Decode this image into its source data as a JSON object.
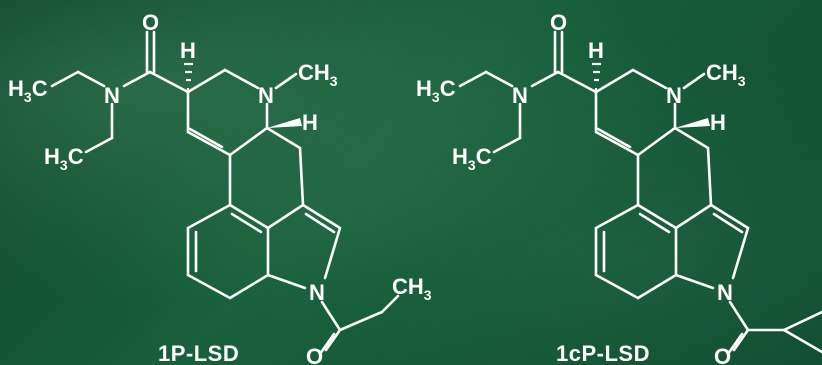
{
  "molecules": [
    {
      "name": "1P-LSD",
      "labels": {
        "o_top": "O",
        "h_top": "H",
        "n_amide": "N",
        "n_ring": "N",
        "ch3_top": "CH",
        "ch3_top_sub": "3",
        "h_mid": "H",
        "h3c_a": "H",
        "h3c_a_sub": "3",
        "h3c_a_c": "C",
        "h3c_b": "H",
        "h3c_b_sub": "3",
        "h3c_b_c": "C",
        "n_indole": "N",
        "ch3_tail": "CH",
        "ch3_tail_sub": "3",
        "o_tail": "O"
      }
    },
    {
      "name": "1cP-LSD",
      "labels": {
        "o_top": "O",
        "h_top": "H",
        "n_amide": "N",
        "n_ring": "N",
        "ch3_top": "CH",
        "ch3_top_sub": "3",
        "h_mid": "H",
        "h3c_a": "H",
        "h3c_a_sub": "3",
        "h3c_a_c": "C",
        "h3c_b": "H",
        "h3c_b_sub": "3",
        "h3c_b_c": "C",
        "n_indole": "N",
        "o_tail": "O"
      }
    }
  ]
}
